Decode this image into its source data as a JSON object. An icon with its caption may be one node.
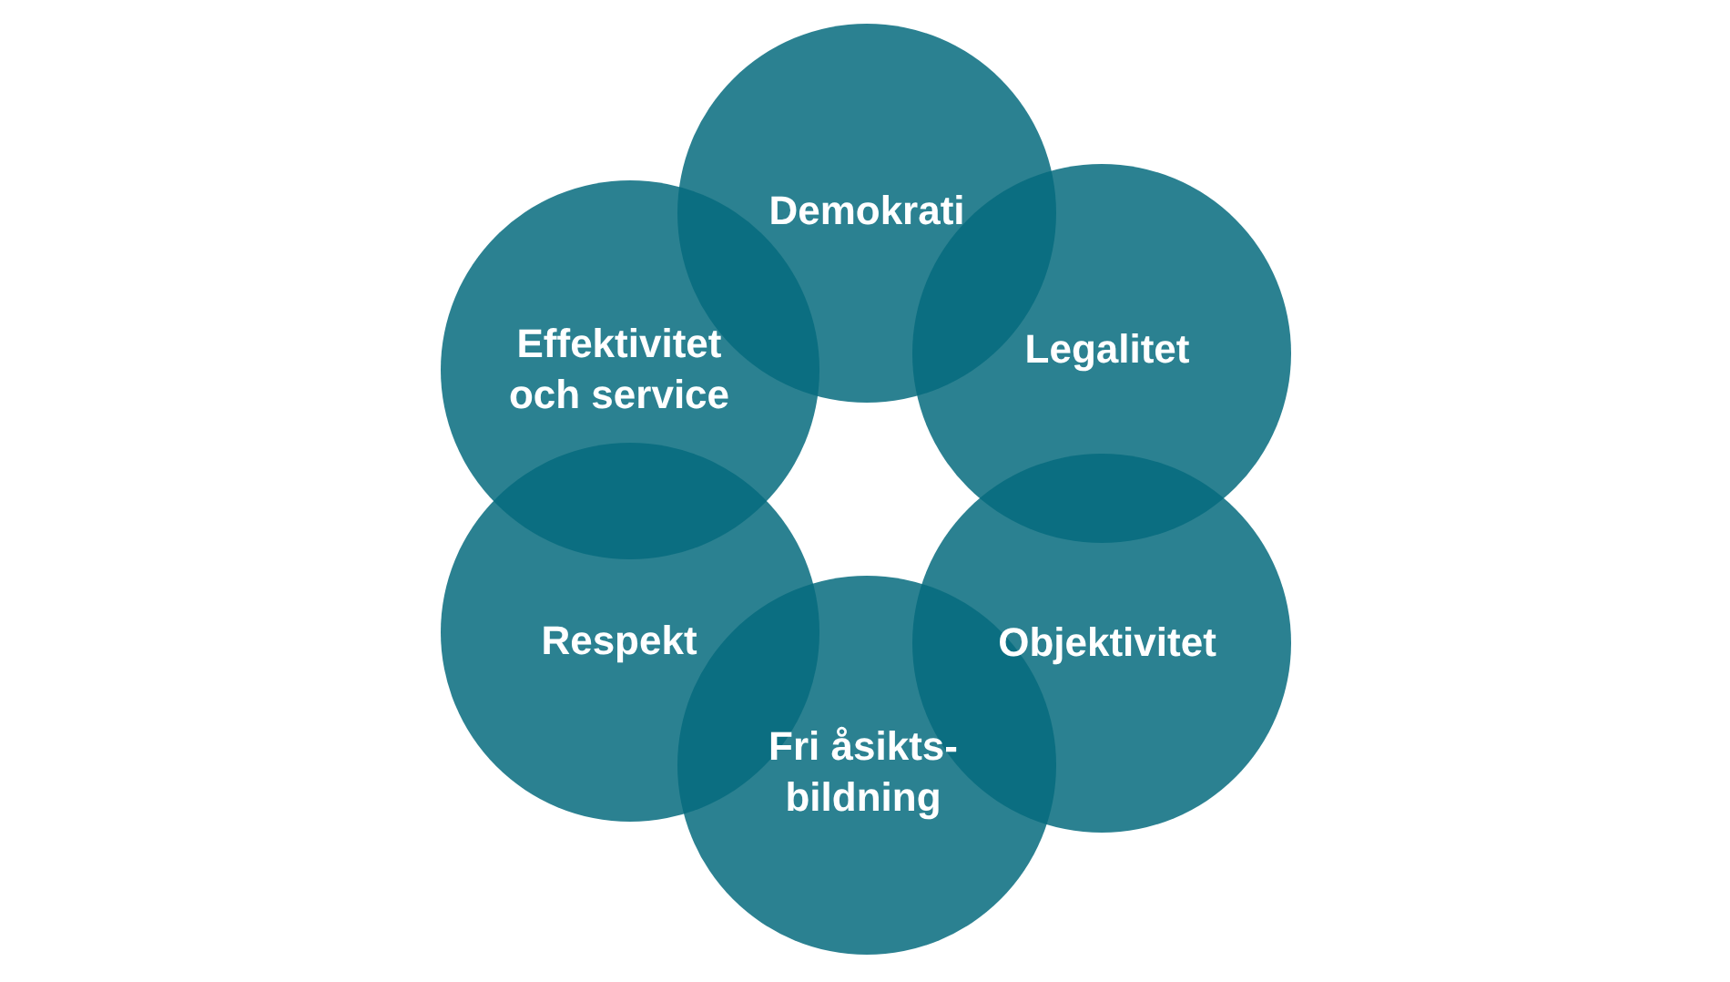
{
  "diagram": {
    "nodes": [
      {
        "text": [
          "Demokrati"
        ]
      },
      {
        "text": [
          "Legalitet"
        ]
      },
      {
        "text": [
          "Objektivitet"
        ]
      },
      {
        "text": [
          "Fri åsikts- bildning"
        ]
      },
      {
        "text": [
          "Respekt"
        ]
      },
      {
        "text": [
          "Effektivitet och service"
        ]
      }
    ]
  }
}
